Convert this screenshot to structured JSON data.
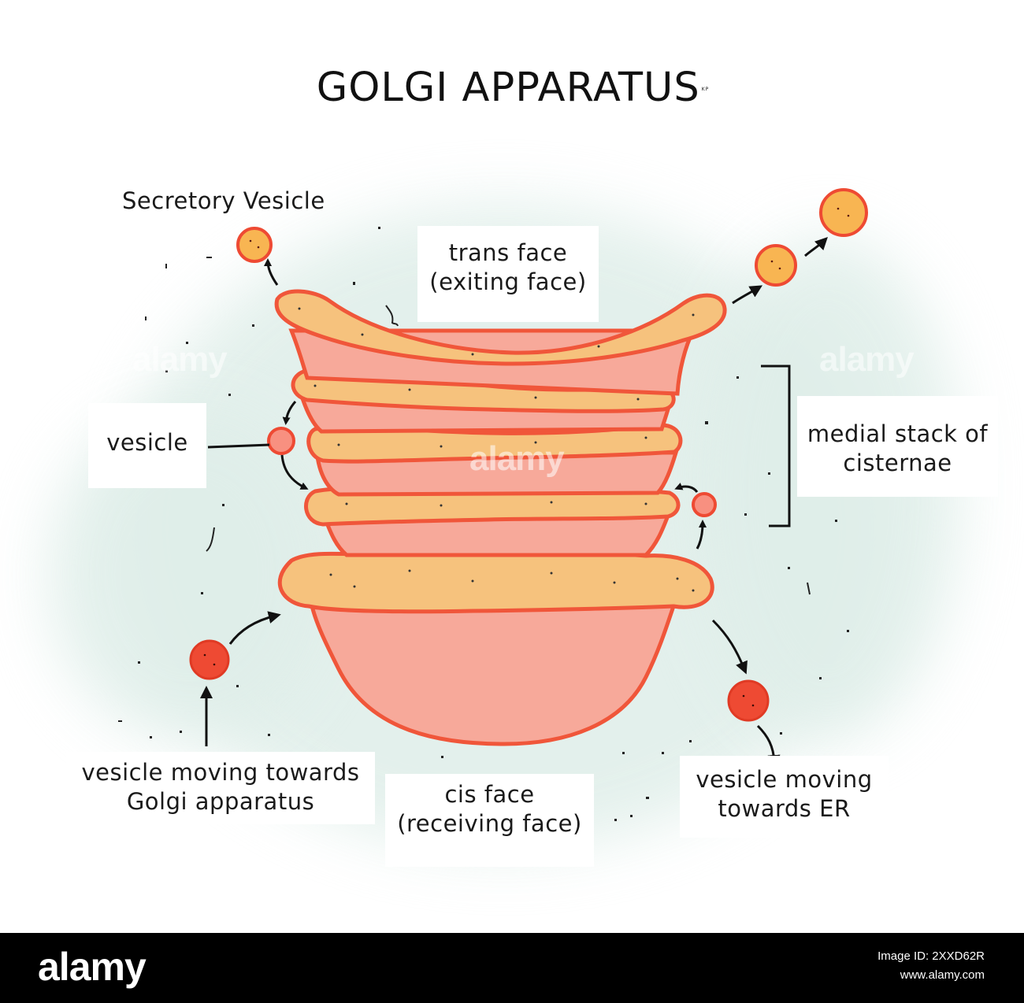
{
  "title": "GOLGI APPARATUS",
  "title_mark": "KP",
  "labels": {
    "secretory_vesicle": "Secretory Vesicle",
    "trans_face_line1": "trans face",
    "trans_face_line2": "(exiting face)",
    "vesicle": "vesicle",
    "medial_line1": "medial stack of",
    "medial_line2": "cisternae",
    "toward_golgi_line1": "vesicle moving towards",
    "toward_golgi_line2": "Golgi apparatus",
    "cis_face_line1": "cis face",
    "cis_face_line2": "(receiving face)",
    "toward_er_line1": "vesicle moving",
    "toward_er_line2": "towards ER"
  },
  "watermark": "alamy",
  "footer": {
    "brand": "alamy",
    "image_id": "Image ID: 2XXD62R",
    "url": "www.alamy.com"
  },
  "colors": {
    "cisterna_fill": "#f7a99a",
    "cisterna_outline": "#f0563a",
    "lumen_fill": "#f6c27d",
    "vesicle_orange": "#f8b552",
    "vesicle_red": "#ee4a33",
    "background_wash": "#dfeee9"
  }
}
